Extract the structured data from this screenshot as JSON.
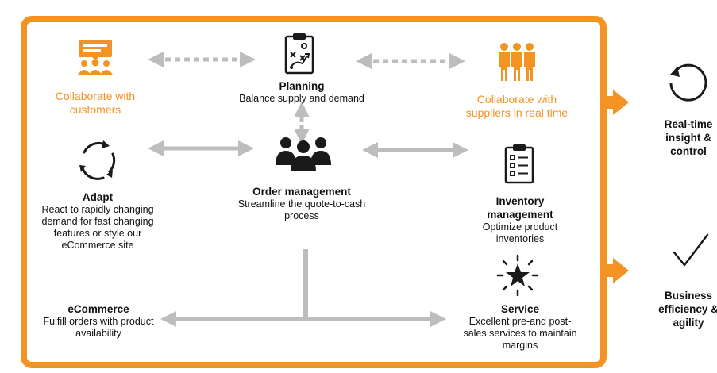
{
  "nodes": {
    "collaborate_customers": {
      "label": "Collaborate with customers",
      "icon": "presentation-group-icon"
    },
    "planning": {
      "title": "Planning",
      "desc": "Balance supply and demand",
      "icon": "strategy-clipboard-icon"
    },
    "collaborate_suppliers": {
      "label": "Collaborate with suppliers in real time",
      "icon": "people-group-icon"
    },
    "adapt": {
      "title": "Adapt",
      "desc": "React to rapidly changing demand for fast changing features or style our eCommerce site",
      "icon": "refresh-cycle-icon"
    },
    "order_management": {
      "title": "Order management",
      "desc": "Streamline the quote-to-cash process",
      "icon": "team-icon"
    },
    "inventory_management": {
      "title": "Inventory management",
      "desc": "Optimize product inventories",
      "icon": "checklist-clipboard-icon"
    },
    "ecommerce": {
      "title": "eCommerce",
      "desc": "Fulfill orders with product availability"
    },
    "service": {
      "title": "Service",
      "desc": "Excellent pre-and post-sales services to maintain margins",
      "icon": "star-burst-icon"
    }
  },
  "outcomes": [
    {
      "label": "Real-time insight & control",
      "icon": "circular-arrow-icon"
    },
    {
      "label": "Business efficiency & agility",
      "icon": "checkmark-icon"
    }
  ],
  "colors": {
    "accent": "#f39323",
    "connector": "#bdbdbd",
    "dark": "#1a1a1a"
  }
}
